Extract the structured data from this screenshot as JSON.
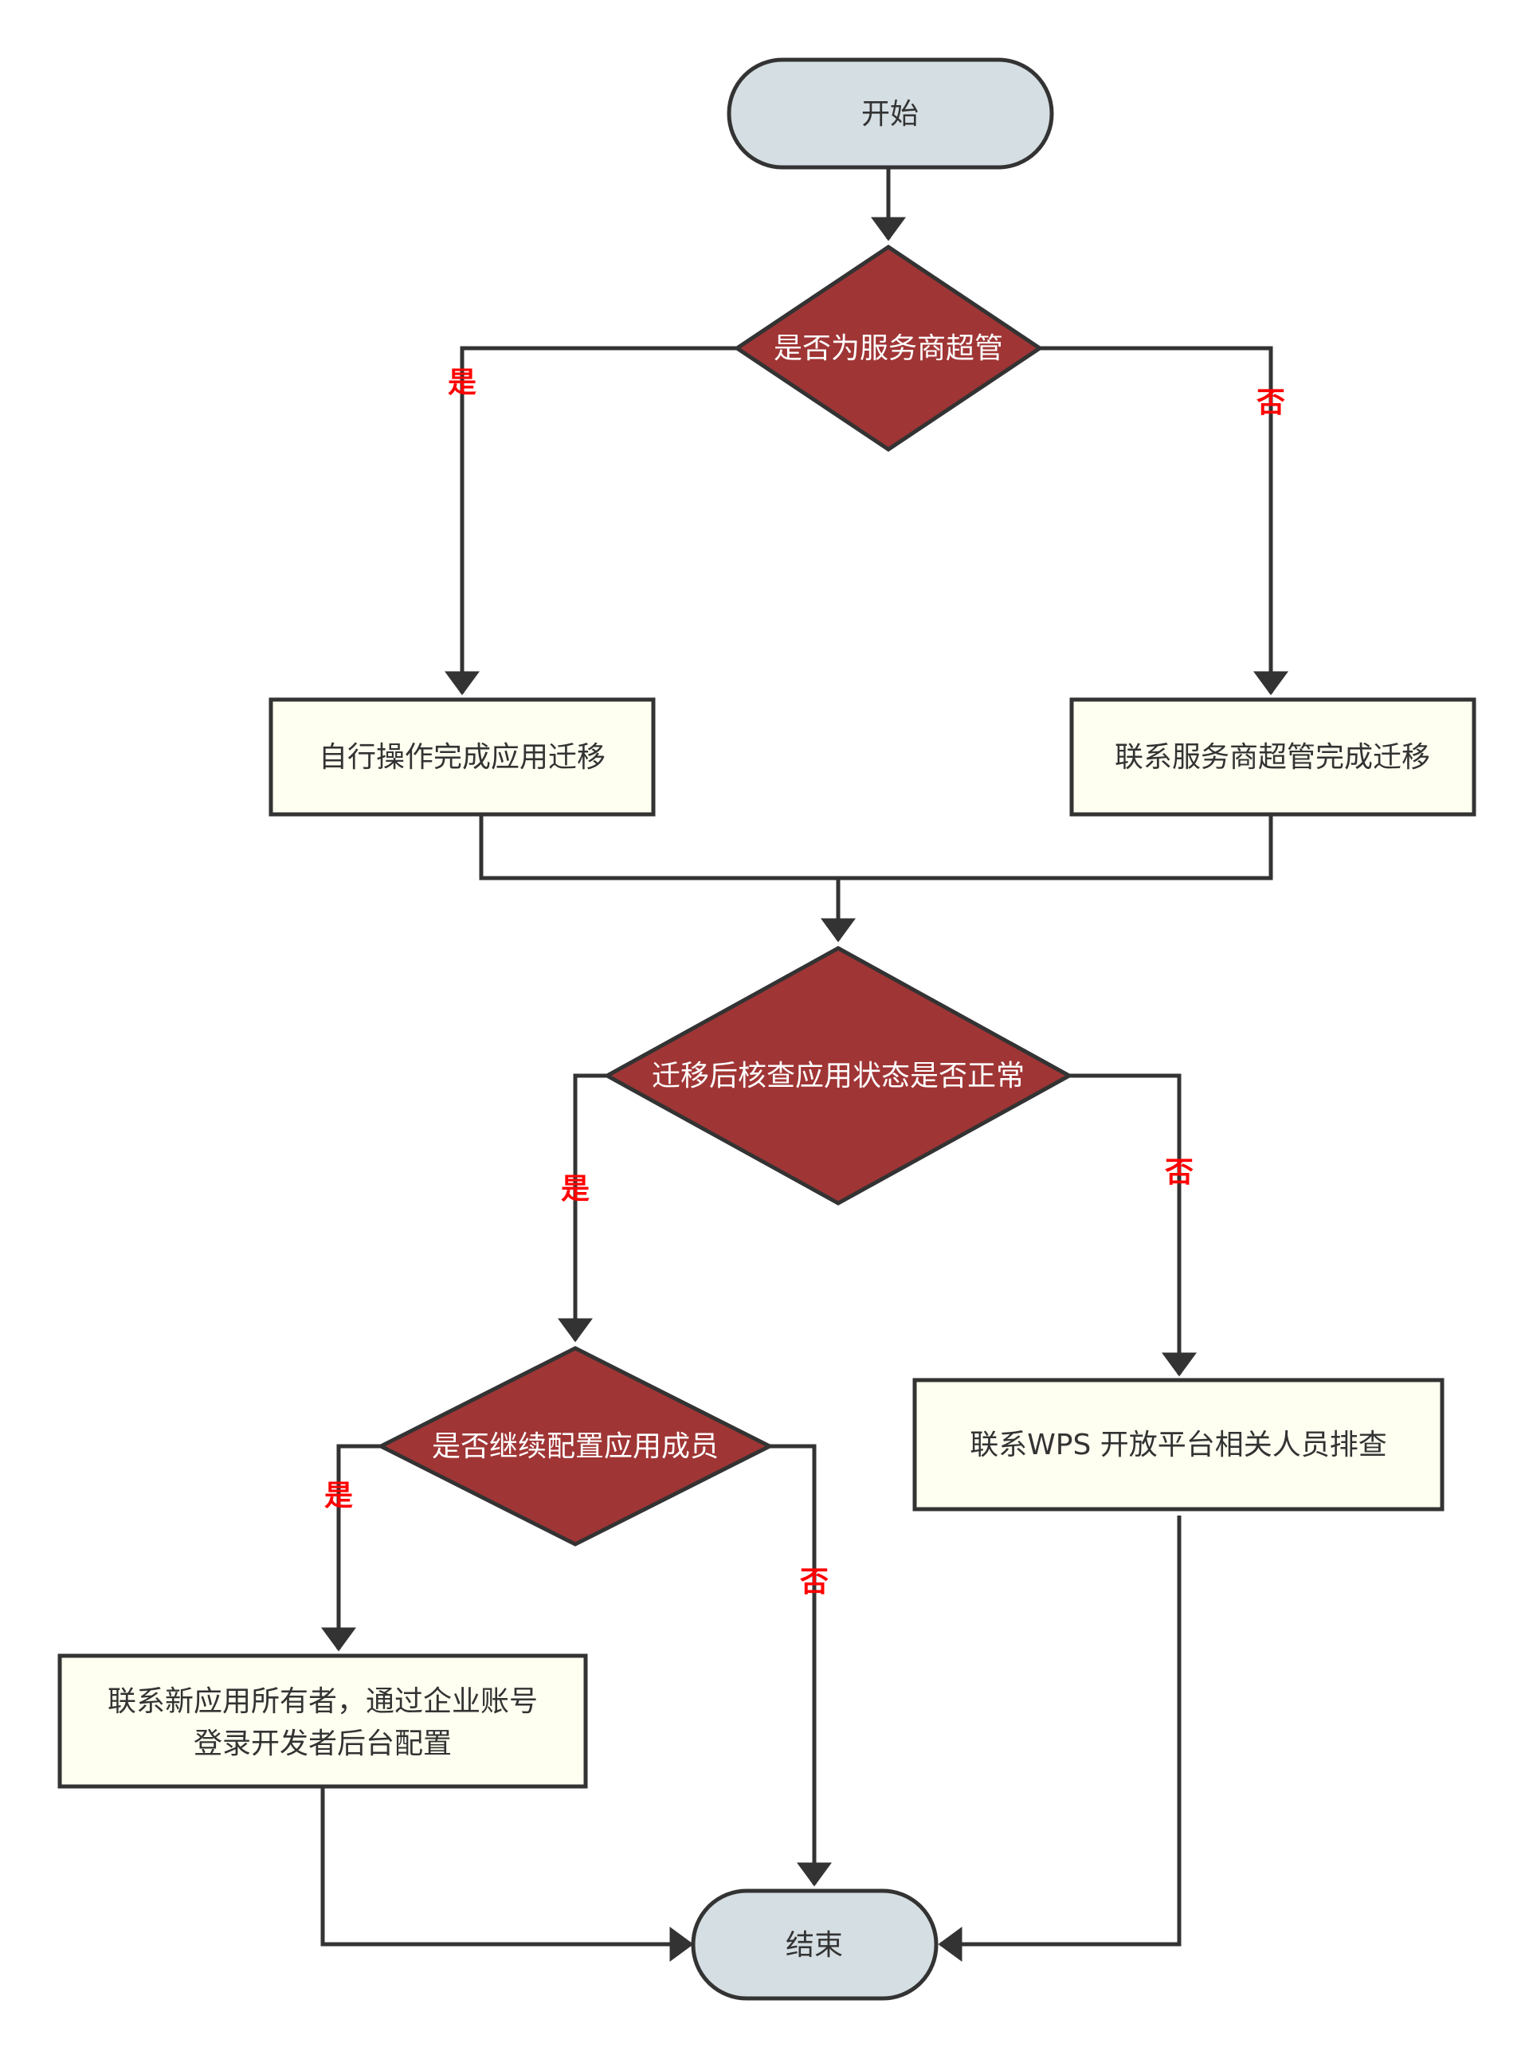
{
  "colors": {
    "terminal_fill": "#d5dee2",
    "decision_fill": "#a03535",
    "process_fill": "#fefff0",
    "stroke": "#333333",
    "branch_label": "#ff0000"
  },
  "nodes": {
    "start": "开始",
    "decision_super_admin": "是否为服务商超管",
    "process_self_migrate": "自行操作完成应用迁移",
    "process_contact_admin": "联系服务商超管完成迁移",
    "decision_check_status": "迁移后核查应用状态是否正常",
    "decision_continue_config": "是否继续配置应用成员",
    "process_contact_wps": "联系WPS 开放平台相关人员排查",
    "process_contact_owner_line1": "联系新应用所有者，通过企业账号",
    "process_contact_owner_line2": "登录开发者后台配置",
    "end": "结束"
  },
  "branch_labels": {
    "d1_yes": "是",
    "d1_no": "否",
    "d2_yes": "是",
    "d2_no": "否",
    "d3_yes": "是",
    "d3_no": "否"
  }
}
